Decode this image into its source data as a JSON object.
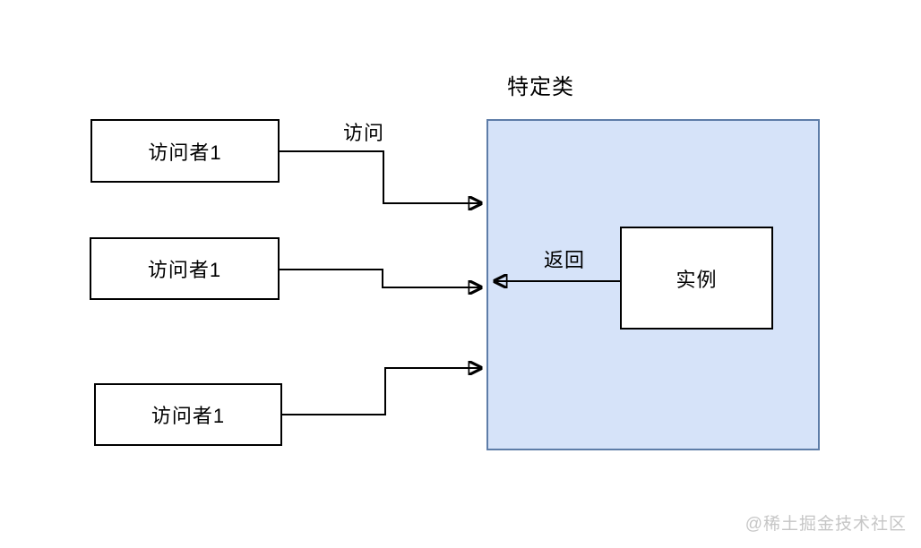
{
  "diagram": {
    "title": "特定类",
    "visitor_boxes": [
      {
        "label": "访问者1"
      },
      {
        "label": "访问者1"
      },
      {
        "label": "访问者1"
      }
    ],
    "instance_box": {
      "label": "实例"
    },
    "edges": {
      "access_label": "访问",
      "return_label": "返回"
    },
    "colors": {
      "container_fill": "#D6E3F9",
      "container_border": "#5E7DA8",
      "node_border": "#000000",
      "arrow": "#000000",
      "watermark_text": "#C6C6C6"
    },
    "watermark": "@稀土掘金技术社区"
  }
}
